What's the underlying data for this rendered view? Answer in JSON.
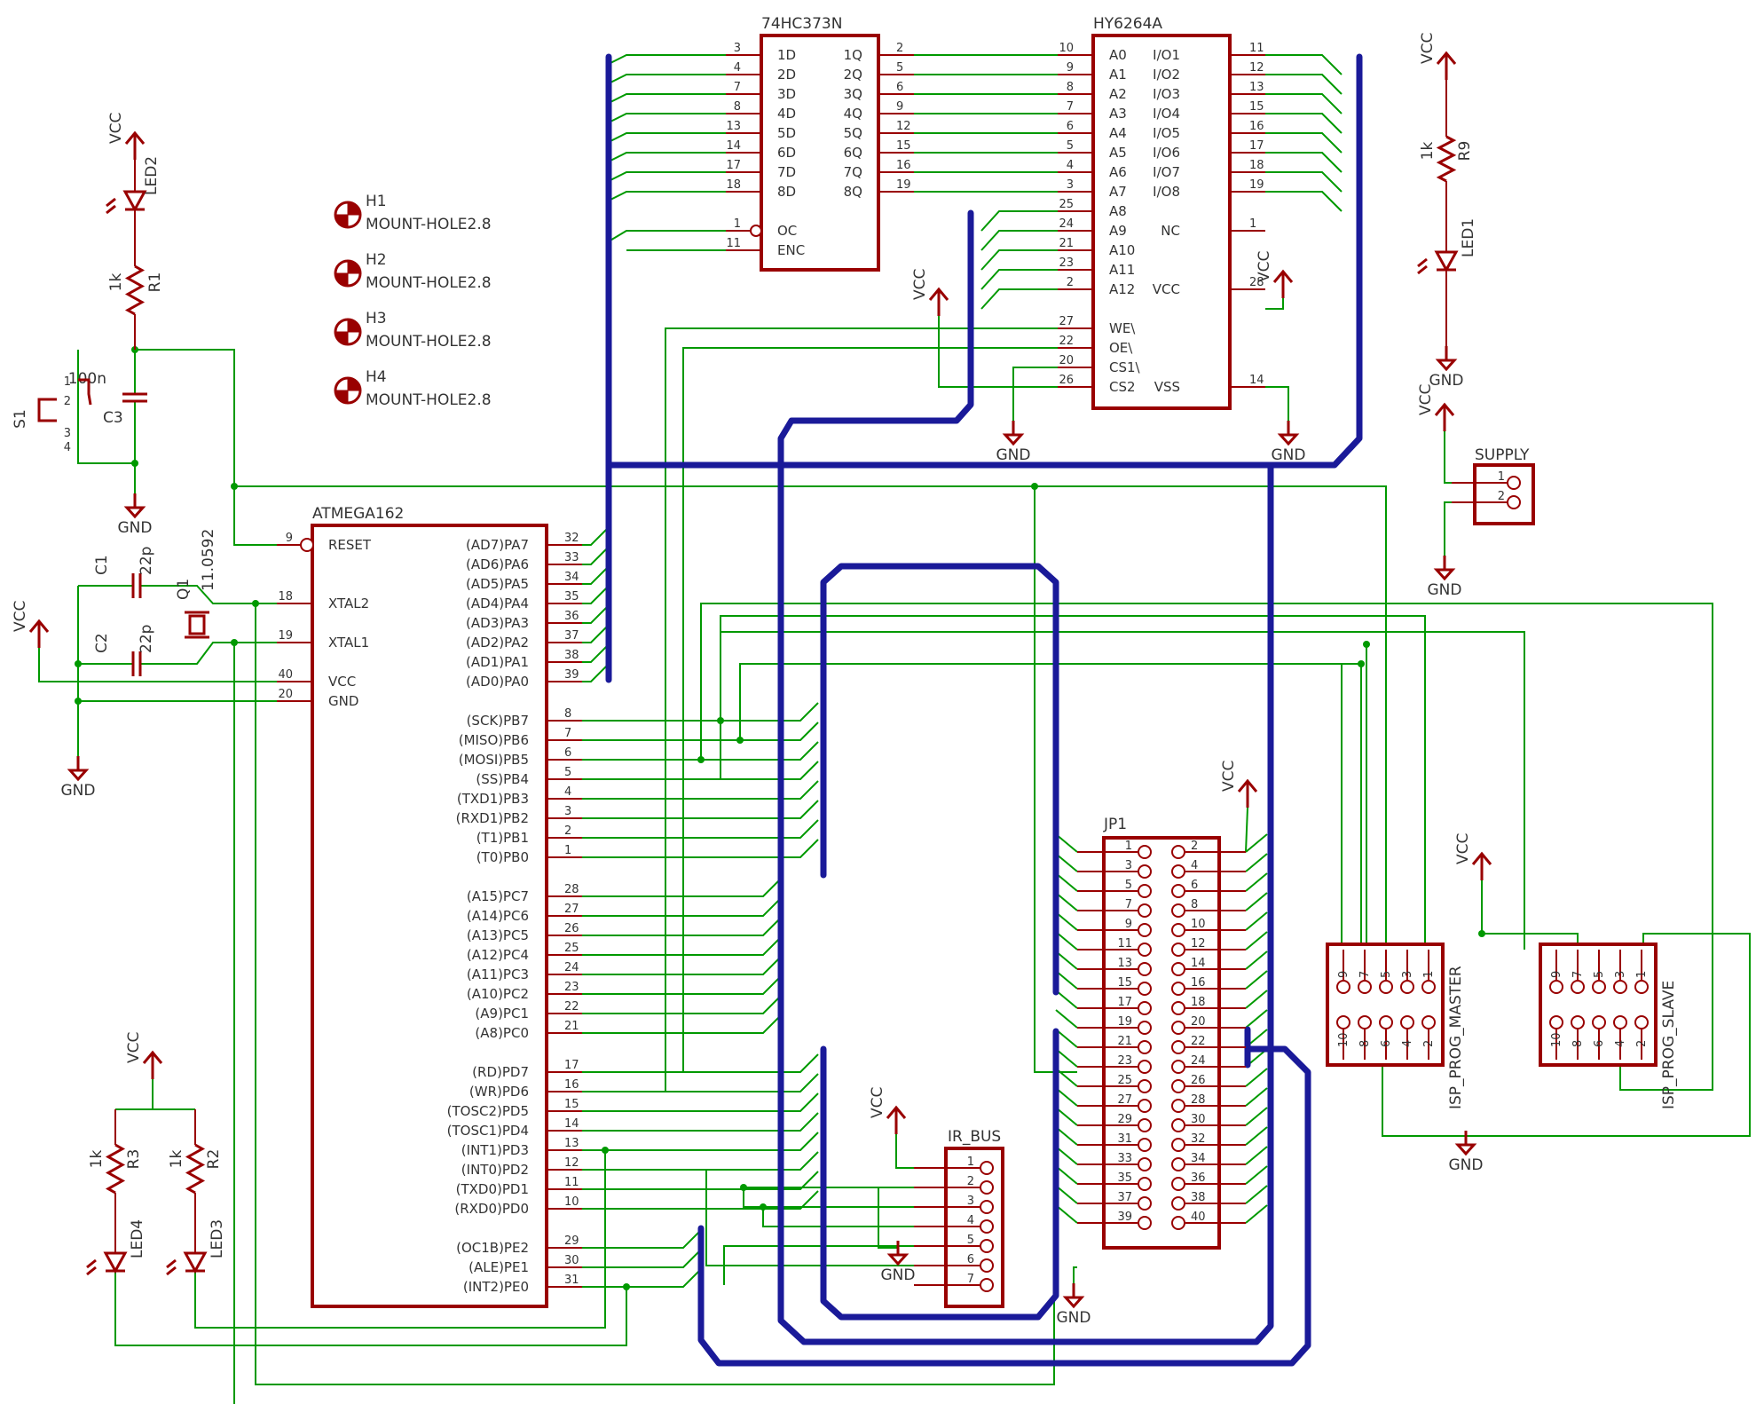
{
  "ics": {
    "latch": {
      "name": "74HC373N",
      "left": [
        [
          "3",
          "1D"
        ],
        [
          "4",
          "2D"
        ],
        [
          "7",
          "3D"
        ],
        [
          "8",
          "4D"
        ],
        [
          "13",
          "5D"
        ],
        [
          "14",
          "6D"
        ],
        [
          "17",
          "7D"
        ],
        [
          "18",
          "8D"
        ]
      ],
      "right": [
        [
          "2",
          "1Q"
        ],
        [
          "5",
          "2Q"
        ],
        [
          "6",
          "3Q"
        ],
        [
          "9",
          "4Q"
        ],
        [
          "12",
          "5Q"
        ],
        [
          "15",
          "6Q"
        ],
        [
          "16",
          "7Q"
        ],
        [
          "19",
          "8Q"
        ]
      ],
      "ctrl": [
        [
          "1",
          "OC"
        ],
        [
          "11",
          "ENC"
        ]
      ]
    },
    "sram": {
      "name": "HY6264A",
      "left": [
        [
          "10",
          "A0"
        ],
        [
          "9",
          "A1"
        ],
        [
          "8",
          "A2"
        ],
        [
          "7",
          "A3"
        ],
        [
          "6",
          "A4"
        ],
        [
          "5",
          "A5"
        ],
        [
          "4",
          "A6"
        ],
        [
          "3",
          "A7"
        ],
        [
          "25",
          "A8"
        ],
        [
          "24",
          "A9"
        ],
        [
          "21",
          "A10"
        ],
        [
          "23",
          "A11"
        ],
        [
          "2",
          "A12"
        ],
        [
          "",
          ""
        ],
        [
          "27",
          "WE\\"
        ],
        [
          "22",
          "OE\\"
        ],
        [
          "20",
          "CS1\\"
        ],
        [
          "26",
          "CS2"
        ]
      ],
      "right": [
        [
          "11",
          "I/O1"
        ],
        [
          "12",
          "I/O2"
        ],
        [
          "13",
          "I/O3"
        ],
        [
          "15",
          "I/O4"
        ],
        [
          "16",
          "I/O5"
        ],
        [
          "17",
          "I/O6"
        ],
        [
          "18",
          "I/O7"
        ],
        [
          "19",
          "I/O8"
        ],
        [
          "",
          ""
        ],
        [
          "1",
          "NC"
        ],
        [
          "",
          ""
        ],
        [
          "",
          ""
        ],
        [
          "28",
          "VCC"
        ],
        [
          "",
          ""
        ],
        [
          "",
          ""
        ],
        [
          "",
          ""
        ],
        [
          "",
          ""
        ],
        [
          "14",
          "VSS"
        ]
      ]
    },
    "mcu": {
      "name": "ATMEGA162",
      "left": [
        [
          "9",
          "RESET"
        ],
        [
          "18",
          "XTAL2"
        ],
        [
          "19",
          "XTAL1"
        ],
        [
          "40",
          "VCC"
        ],
        [
          "20",
          "GND"
        ]
      ],
      "pa": [
        [
          "32",
          "(AD7)PA7"
        ],
        [
          "33",
          "(AD6)PA6"
        ],
        [
          "34",
          "(AD5)PA5"
        ],
        [
          "35",
          "(AD4)PA4"
        ],
        [
          "36",
          "(AD3)PA3"
        ],
        [
          "37",
          "(AD2)PA2"
        ],
        [
          "38",
          "(AD1)PA1"
        ],
        [
          "39",
          "(AD0)PA0"
        ]
      ],
      "pb": [
        [
          "8",
          "(SCK)PB7"
        ],
        [
          "7",
          "(MISO)PB6"
        ],
        [
          "6",
          "(MOSI)PB5"
        ],
        [
          "5",
          "(SS)PB4"
        ],
        [
          "4",
          "(TXD1)PB3"
        ],
        [
          "3",
          "(RXD1)PB2"
        ],
        [
          "2",
          "(T1)PB1"
        ],
        [
          "1",
          "(T0)PB0"
        ]
      ],
      "pc": [
        [
          "28",
          "(A15)PC7"
        ],
        [
          "27",
          "(A14)PC6"
        ],
        [
          "26",
          "(A13)PC5"
        ],
        [
          "25",
          "(A12)PC4"
        ],
        [
          "24",
          "(A11)PC3"
        ],
        [
          "23",
          "(A10)PC2"
        ],
        [
          "22",
          "(A9)PC1"
        ],
        [
          "21",
          "(A8)PC0"
        ]
      ],
      "pd": [
        [
          "17",
          "(RD)PD7"
        ],
        [
          "16",
          "(WR)PD6"
        ],
        [
          "15",
          "(TOSC2)PD5"
        ],
        [
          "14",
          "(TOSC1)PD4"
        ],
        [
          "13",
          "(INT1)PD3"
        ],
        [
          "12",
          "(INT0)PD2"
        ],
        [
          "11",
          "(TXD0)PD1"
        ],
        [
          "10",
          "(RXD0)PD0"
        ]
      ],
      "pe": [
        [
          "29",
          "(OC1B)PE2"
        ],
        [
          "30",
          "(ALE)PE1"
        ],
        [
          "31",
          "(INT2)PE0"
        ]
      ]
    }
  },
  "connectors": {
    "jp1": {
      "name": "JP1",
      "pins_odd": [
        "1",
        "3",
        "5",
        "7",
        "9",
        "11",
        "13",
        "15",
        "17",
        "19",
        "21",
        "23",
        "25",
        "27",
        "29",
        "31",
        "33",
        "35",
        "37",
        "39"
      ],
      "pins_even": [
        "2",
        "4",
        "6",
        "8",
        "10",
        "12",
        "14",
        "16",
        "18",
        "20",
        "22",
        "24",
        "26",
        "28",
        "30",
        "32",
        "34",
        "36",
        "38",
        "40"
      ]
    },
    "irbus": {
      "name": "IR_BUS",
      "pins": [
        "1",
        "2",
        "3",
        "4",
        "5",
        "6",
        "7"
      ]
    },
    "supply": {
      "name": "SUPPLY",
      "pins": [
        "1",
        "2"
      ]
    },
    "isp_master": {
      "name": "ISP_PROG_MASTER",
      "top": [
        "9",
        "7",
        "5",
        "3",
        "1"
      ],
      "bottom": [
        "10",
        "8",
        "6",
        "4",
        "2"
      ]
    },
    "isp_slave": {
      "name": "ISP_PROG_SLAVE",
      "top": [
        "9",
        "7",
        "5",
        "3",
        "1"
      ],
      "bottom": [
        "10",
        "8",
        "6",
        "4",
        "2"
      ]
    }
  },
  "parts": {
    "r1": {
      "name": "R1",
      "value": "1k"
    },
    "r2": {
      "name": "R2",
      "value": "1k"
    },
    "r3": {
      "name": "R3",
      "value": "1k"
    },
    "r9": {
      "name": "R9",
      "value": "1k"
    },
    "c1": {
      "name": "C1",
      "value": "22p"
    },
    "c2": {
      "name": "C2",
      "value": "22p"
    },
    "c3": {
      "name": "C3",
      "value": "100n"
    },
    "q1": {
      "name": "Q1",
      "value": "11.0592"
    },
    "s1": {
      "name": "S1",
      "pins": [
        "1",
        "2",
        "3",
        "4"
      ]
    },
    "led1": "LED1",
    "led2": "LED2",
    "led3": "LED3",
    "led4": "LED4",
    "holes": [
      {
        "name": "H1",
        "value": "MOUNT-HOLE2.8"
      },
      {
        "name": "H2",
        "value": "MOUNT-HOLE2.8"
      },
      {
        "name": "H3",
        "value": "MOUNT-HOLE2.8"
      },
      {
        "name": "H4",
        "value": "MOUNT-HOLE2.8"
      }
    ]
  },
  "power": {
    "vcc": "VCC",
    "gnd": "GND"
  }
}
